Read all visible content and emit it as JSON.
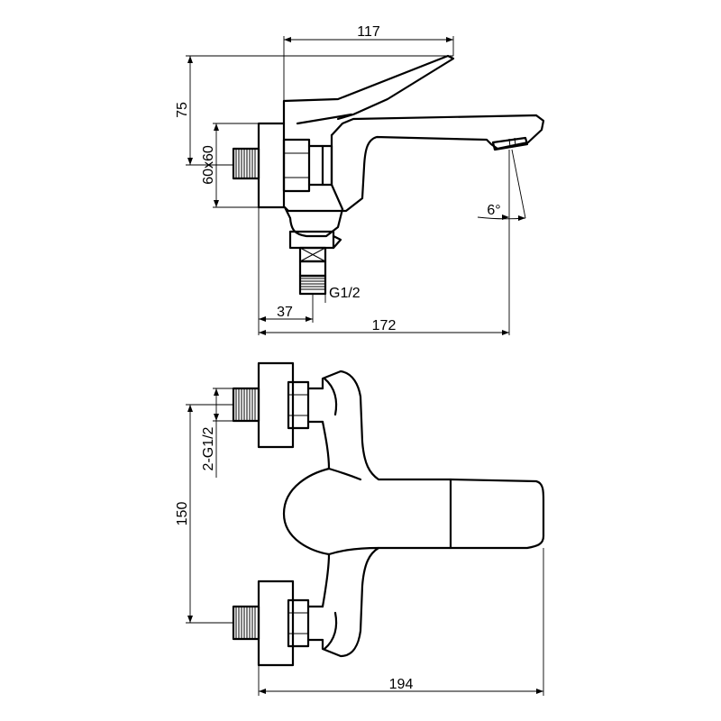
{
  "dimensions": {
    "lever_offset": "117",
    "lever_height": "75",
    "flange_size": "60x60",
    "outlet_angle": "6°",
    "outlet_thread": "G1/2",
    "outlet_offset": "37",
    "total_depth": "172",
    "inlet_threads": "2-G1/2",
    "inlet_spacing": "150",
    "total_width": "194"
  }
}
